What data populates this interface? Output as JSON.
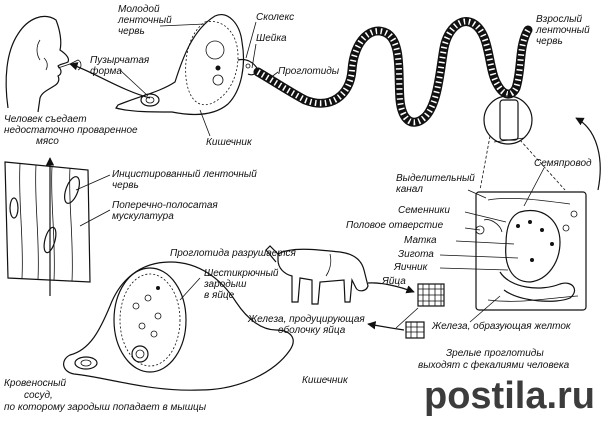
{
  "labels": {
    "young_worm": [
      "Молодой",
      "ленточный",
      "червь"
    ],
    "scolex": "Сколекс",
    "neck": "Шейка",
    "bladder_form": [
      "Пузырчатая",
      "форма"
    ],
    "proglottids": "Проглотиды",
    "adult_worm": [
      "Взрослый",
      "ленточный",
      "червь"
    ],
    "intestine_top": "Кишечник",
    "human_eats": [
      "Человек съедает",
      "недостаточно проваренное",
      "мясо"
    ],
    "encysted": [
      "Инцистированный ленточный",
      "червь"
    ],
    "striated_muscle": [
      "Поперечно-полосатая",
      "мускулатура"
    ],
    "seminal_duct": "Семяпровод",
    "excretory_canal": [
      "Выделительный",
      "канал"
    ],
    "testes": "Семенники",
    "genital_pore": "Половое отверстие",
    "uterus": "Матка",
    "zygote": "Зигота",
    "ovary": "Яичник",
    "eggs": "Яйца",
    "proglottid_breaks": "Проглотида разрушается",
    "embryo": [
      "Шестикрючный",
      "зародыш",
      "в яйце"
    ],
    "shell_gland": [
      "Железа, продуцирующая",
      "оболочку яйца"
    ],
    "yolk_gland": "Железа, образующая желток",
    "mature_proglottids": [
      "Зрелые проглотиды",
      "выходят с фекалиями человека"
    ],
    "intestine_bottom": "Кишечник",
    "blood_vessel": [
      "Кровеносный",
      "сосуд,",
      "по которому зародыш попадает в мышцы"
    ]
  },
  "watermark": "postila.ru",
  "watermark_color": "#c8102e"
}
